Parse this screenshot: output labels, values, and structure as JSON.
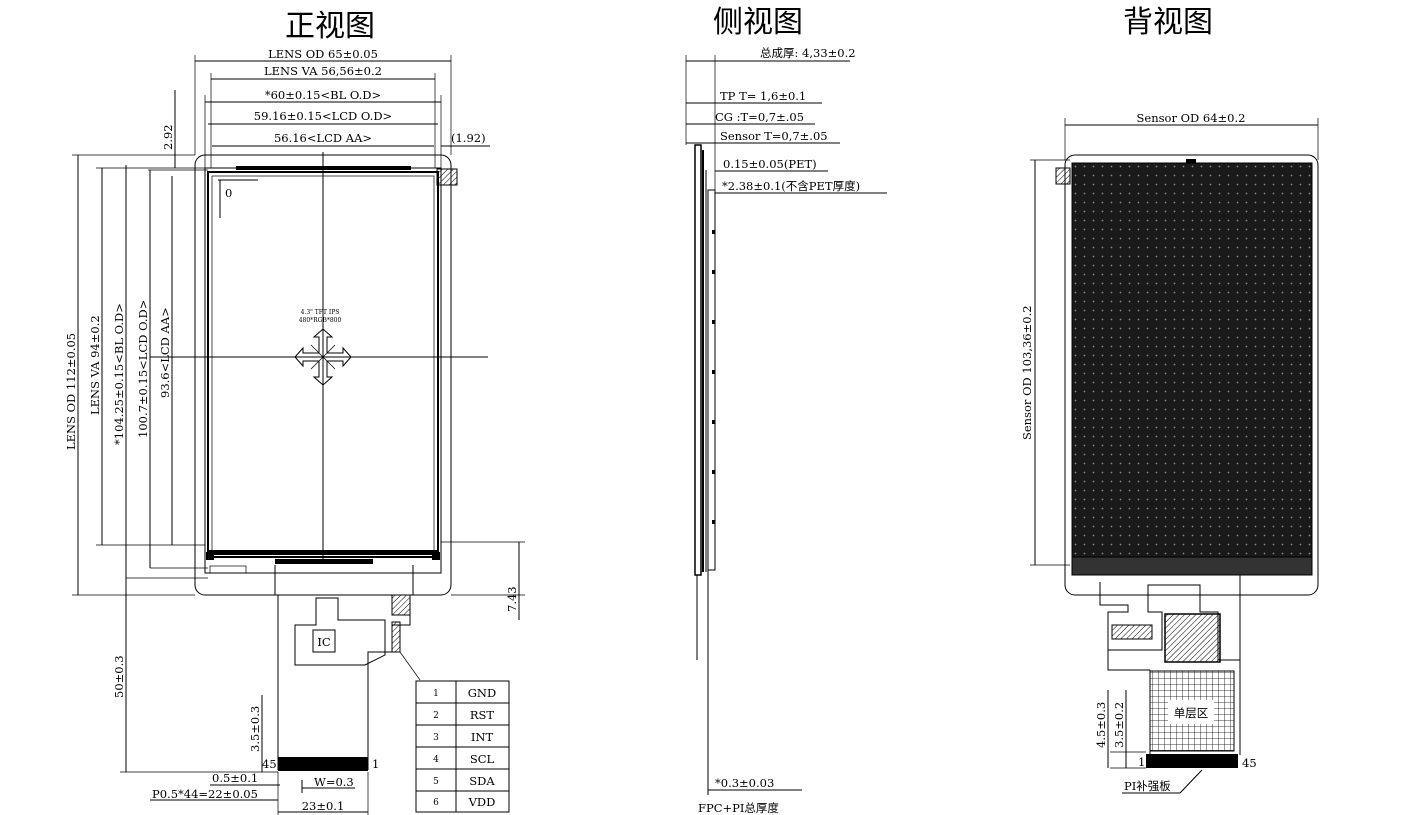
{
  "titles": {
    "front": "正视图",
    "side": "侧视图",
    "back": "背视图"
  },
  "front": {
    "lens_od_w": "LENS OD 65±0.05",
    "lens_va_w": "LENS VA 56,56±0.2",
    "bl_od_w": "*60±0.15<BL O.D>",
    "lcd_od_w": "59.16±0.15<LCD O.D>",
    "lcd_aa_w": "56.16<LCD AA>",
    "top_gap": "2.92",
    "right_gap": "(1.92)",
    "origin": "0",
    "lens_od_h": "LENS OD 112±0.05",
    "lens_va_h": "LENS VA 94±0.2",
    "bl_od_h": "*104.25±0.15<BL O.D>",
    "lcd_od_h": "100.7±0.15<LCD O.D>",
    "lcd_aa_h": "93.6<LCD AA>",
    "panel_line1": "4.3\" TFT IPS",
    "panel_line2": "480*RGB*800",
    "bottom_gap": "7.43",
    "fpc_len": "50±0.3",
    "stiffener": "3.5±0.3",
    "ic": "IC",
    "pin_first": "45",
    "pin_last": "1",
    "pitch": "0.5±0.1",
    "width": "W=0.3",
    "pin_span": "P0.5*44=22±0.05",
    "fpc_w": "23±0.1"
  },
  "pins": [
    {
      "no": "1",
      "name": "GND"
    },
    {
      "no": "2",
      "name": "RST"
    },
    {
      "no": "3",
      "name": "INT"
    },
    {
      "no": "4",
      "name": "SCL"
    },
    {
      "no": "5",
      "name": "SDA"
    },
    {
      "no": "6",
      "name": "VDD"
    }
  ],
  "side": {
    "total": "总成厚: 4,33±0.2",
    "tp": "TP T= 1,6±0.1",
    "cg": "CG :T=0,7±.05",
    "sensor": "Sensor T=0,7±.05",
    "pet": "0.15±0.05(PET)",
    "lcd": "*2.38±0.1(不含PET厚度)",
    "fpc_t": "*0.3±0.03",
    "fpc_note": "FPC+PI总厚度"
  },
  "back": {
    "sensor_w": "Sensor OD 64±0.2",
    "sensor_h": "Sensor OD 103,36±0.2",
    "dim_a": "4.5±0.3",
    "dim_b": "3.5±0.2",
    "single_layer": "单层区",
    "pin_first": "1",
    "pin_last": "45",
    "pi_note": "PI补强板"
  }
}
